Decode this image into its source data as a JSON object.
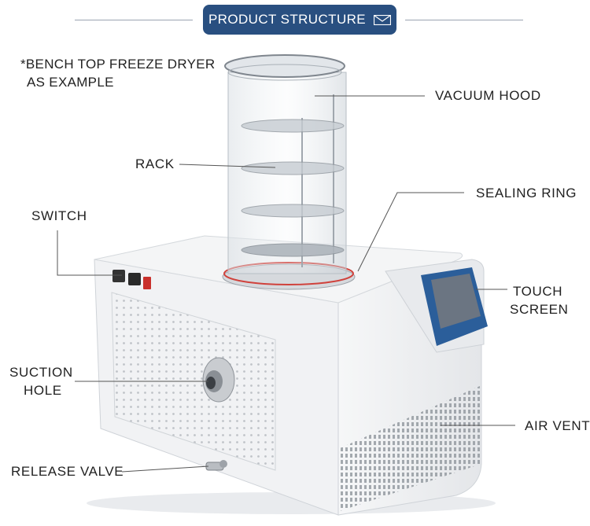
{
  "header": {
    "title": "PRODUCT STRUCTURE",
    "accent_color": "#294f80",
    "icon": "mail-icon"
  },
  "note": {
    "line1": "*BENCH TOP FREEZE DRYER",
    "line2": "AS EXAMPLE"
  },
  "labels": {
    "vacuum_hood": "VACUUM HOOD",
    "rack": "RACK",
    "sealing_ring": "SEALING RING",
    "switch": "SWITCH",
    "touch_screen_1": "TOUCH",
    "touch_screen_2": "SCREEN",
    "suction_hole_1": "SUCTION",
    "suction_hole_2": "HOLE",
    "air_vent": "AIR VENT",
    "release_valve": "RELEASE VALVE"
  }
}
